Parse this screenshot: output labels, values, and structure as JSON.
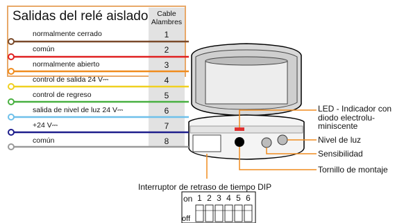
{
  "header": {
    "title": "Salidas del relé aislado",
    "column_header": "Cable Alambres"
  },
  "wires": [
    {
      "label": "normalmente cerrado",
      "number": "1",
      "color": "#7a4a2a"
    },
    {
      "label": "común",
      "number": "2",
      "color": "#e02020"
    },
    {
      "label": "normalmente abierto",
      "number": "3",
      "color": "#f08c1e"
    },
    {
      "label": "control de salida 24 V⎓",
      "number": "4",
      "color": "#f0d020"
    },
    {
      "label": "control de regreso",
      "number": "5",
      "color": "#48b040"
    },
    {
      "label": "salida de nivel de luz 24 V⎓",
      "number": "6",
      "color": "#6ec0ea"
    },
    {
      "label": "+24 V⎓",
      "number": "7",
      "color": "#1e1e8c"
    },
    {
      "label": "común",
      "number": "8",
      "color": "#9a9a9a"
    }
  ],
  "callouts": {
    "led": "LED - Indicador con diodo electrolu- miniscente",
    "light_level": "Nivel de luz",
    "sensitivity": "Sensibilidad",
    "mounting_screw": "Tornillo de montaje"
  },
  "dip_switch": {
    "title": "Interruptor de retraso de tiempo DIP",
    "on_label": "on",
    "off_label": "off",
    "switch_numbers": [
      "1",
      "2",
      "3",
      "4",
      "5",
      "6"
    ]
  },
  "colors": {
    "relay_box_border": "#e8a868",
    "column_header_bg": "#e2e2e2",
    "led_color": "#e03030",
    "callout_line": "#f08c1e"
  }
}
